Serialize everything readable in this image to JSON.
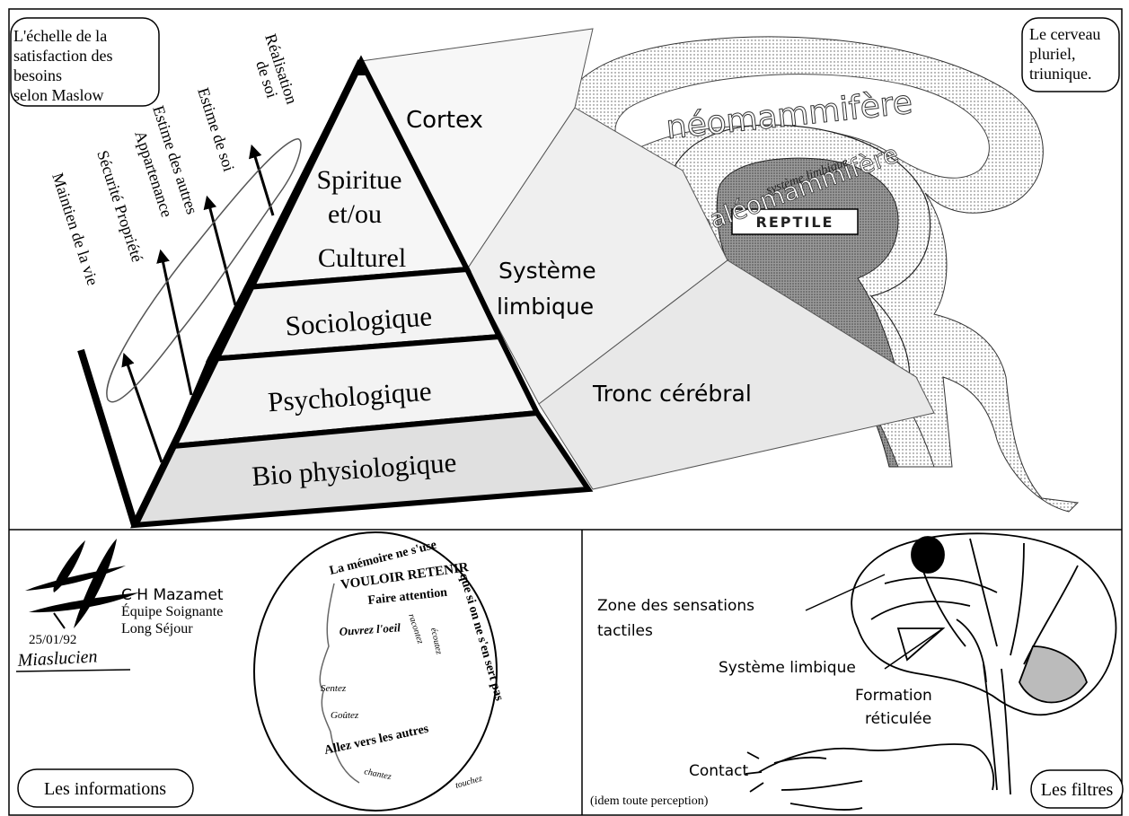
{
  "top": {
    "maslow_title": [
      "L'échelle de la",
      "satisfaction des",
      "besoins",
      "selon Maslow"
    ],
    "brain_title": [
      "Le cerveau",
      "pluriel,",
      "triunique."
    ],
    "levels": {
      "top_line1": "Spiritue",
      "top_line2": "et/ou",
      "top_line3": "Culturel",
      "sociologique": "Sociologique",
      "psychologique": "Psychologique",
      "bio": "Bio physiologique"
    },
    "needs": {
      "maintien": "Maintien de la vie",
      "securite": "Sécurité Propriété",
      "appartenance": "Appartenance",
      "estime_autres": "Estime des autres",
      "estime_soi": "Estime de soi",
      "realisation_1": "Réalisation",
      "realisation_2": "de soi"
    },
    "regions": {
      "cortex": "Cortex",
      "limbique_1": "Système",
      "limbique_2": "limbique",
      "tronc": "Tronc cérébral"
    },
    "brain_labels": {
      "neo": "néomammifère",
      "paleo": "paléomammifère",
      "limbic": "système limbique",
      "reptile": "REPTILE"
    }
  },
  "bottom_left": {
    "org_name": "C H Mazamet",
    "team_1": "Équipe Soignante",
    "team_2": "Long Séjour",
    "date": "25/01/92",
    "signature": "Miaslucien",
    "head_text": {
      "line1": "La mémoire ne s'use que si on ne s'en sert pas",
      "line2": "VOULOIR RETENIR",
      "line3": "Faire attention",
      "line4": "Ouvrez l'oeil",
      "line5": "Sentez",
      "line6": "Goûtez",
      "line7": "Allez vers les autres",
      "line8": "chantez",
      "line9": "touchez",
      "line10": "racontez",
      "line11": "écoutez"
    },
    "label": "Les informations"
  },
  "bottom_right": {
    "zone_1": "Zone des sensations",
    "zone_2": "tactiles",
    "limbique": "Système limbique",
    "formation_1": "Formation",
    "formation_2": "réticulée",
    "contact": "Contact",
    "perception": "(idem  toute perception)",
    "label": "Les filtres"
  },
  "colors": {
    "line": "#000000",
    "level_fill": "#f3f3f3",
    "bio_fill": "#e0e0e0",
    "projection_fill": "#eeeeee",
    "reptile_fill": "#7a7a7a"
  }
}
